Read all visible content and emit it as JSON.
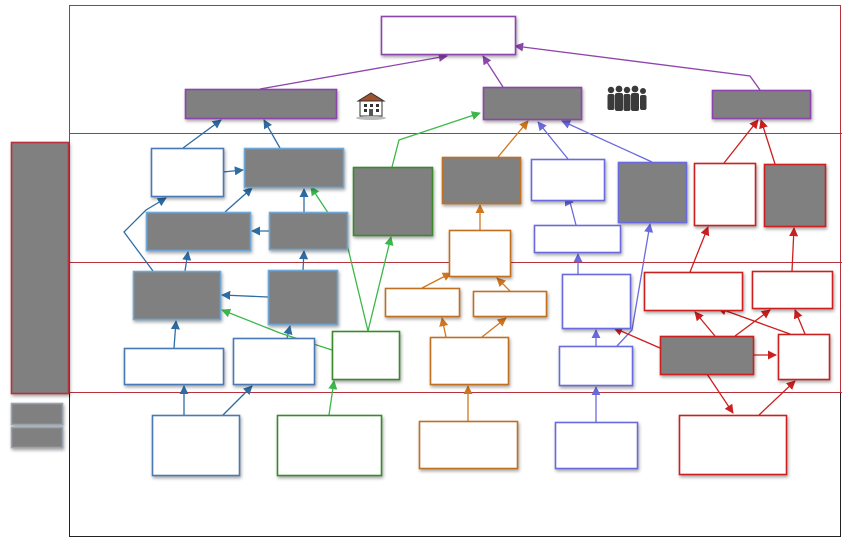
{
  "colors": {
    "frame_red": "#b5323e",
    "frame_black": "#222222",
    "purple": "#8e44ad",
    "blue": "#2e6da4",
    "blue_box": "#4a7ab5",
    "green": "#3cb84a",
    "green_box": "#3a8a2a",
    "orange": "#d0761f",
    "orange_box": "#c07020",
    "lavender": "#6a6ae0",
    "red": "#cc1f1f",
    "gray_fill": "#808080"
  },
  "icons": [
    "building-icon",
    "people-group-icon"
  ],
  "nodes": [
    {
      "id": "top-goal",
      "group": "purple",
      "filled": false
    },
    {
      "id": "purple-left",
      "group": "purple",
      "filled": true
    },
    {
      "id": "purple-mid",
      "group": "purple",
      "filled": true
    },
    {
      "id": "purple-right",
      "group": "purple",
      "filled": true
    },
    {
      "id": "side-panel",
      "group": "red",
      "filled": true
    },
    {
      "id": "legend-item-1",
      "group": "gray",
      "filled": true
    },
    {
      "id": "legend-item-2",
      "group": "gray",
      "filled": true
    },
    {
      "id": "b1",
      "group": "blue",
      "filled": false
    },
    {
      "id": "b2",
      "group": "blue",
      "filled": true
    },
    {
      "id": "b3",
      "group": "blue",
      "filled": true
    },
    {
      "id": "b4",
      "group": "blue",
      "filled": true
    },
    {
      "id": "b5",
      "group": "blue",
      "filled": true
    },
    {
      "id": "b6",
      "group": "blue",
      "filled": true
    },
    {
      "id": "b7",
      "group": "blue",
      "filled": false
    },
    {
      "id": "b8",
      "group": "blue",
      "filled": false
    },
    {
      "id": "b9",
      "group": "blue",
      "filled": false
    },
    {
      "id": "g1",
      "group": "green",
      "filled": true
    },
    {
      "id": "g2",
      "group": "green",
      "filled": false
    },
    {
      "id": "g3",
      "group": "green",
      "filled": false
    },
    {
      "id": "o1",
      "group": "orange",
      "filled": true
    },
    {
      "id": "o2",
      "group": "orange",
      "filled": false
    },
    {
      "id": "o3",
      "group": "orange",
      "filled": false
    },
    {
      "id": "o4",
      "group": "orange",
      "filled": false
    },
    {
      "id": "o5",
      "group": "orange",
      "filled": false
    },
    {
      "id": "o6",
      "group": "orange",
      "filled": false
    },
    {
      "id": "l1",
      "group": "lavender",
      "filled": false
    },
    {
      "id": "l2",
      "group": "lavender",
      "filled": true
    },
    {
      "id": "l3",
      "group": "lavender",
      "filled": false
    },
    {
      "id": "l4",
      "group": "lavender",
      "filled": false
    },
    {
      "id": "l5",
      "group": "lavender",
      "filled": false
    },
    {
      "id": "l6",
      "group": "lavender",
      "filled": false
    },
    {
      "id": "r1",
      "group": "red",
      "filled": false
    },
    {
      "id": "r2",
      "group": "red",
      "filled": true
    },
    {
      "id": "r3",
      "group": "red",
      "filled": false
    },
    {
      "id": "r4",
      "group": "red",
      "filled": false
    },
    {
      "id": "r5",
      "group": "red",
      "filled": true
    },
    {
      "id": "r6",
      "group": "red",
      "filled": false
    },
    {
      "id": "r7",
      "group": "red",
      "filled": false
    }
  ],
  "edges": [
    {
      "from": "purple-mid",
      "to": "top-goal",
      "color": "purple"
    },
    {
      "from": "purple-left",
      "to": "top-goal",
      "color": "purple"
    },
    {
      "from": "purple-right",
      "to": "top-goal",
      "color": "purple"
    },
    {
      "from": "b1",
      "to": "purple-left",
      "color": "blue"
    },
    {
      "from": "b2",
      "to": "purple-left",
      "color": "blue"
    },
    {
      "from": "b1",
      "to": "b2",
      "color": "blue"
    },
    {
      "from": "b3",
      "to": "b2",
      "color": "blue"
    },
    {
      "from": "b4",
      "to": "b2",
      "color": "blue"
    },
    {
      "from": "b4",
      "to": "b3",
      "color": "blue"
    },
    {
      "from": "b5",
      "to": "b1",
      "color": "blue"
    },
    {
      "from": "b5",
      "to": "b3",
      "color": "blue"
    },
    {
      "from": "b6",
      "to": "b4",
      "color": "blue"
    },
    {
      "from": "b6",
      "to": "b5",
      "color": "blue"
    },
    {
      "from": "b7",
      "to": "b5",
      "color": "blue"
    },
    {
      "from": "b8",
      "to": "b6",
      "color": "blue"
    },
    {
      "from": "b9",
      "to": "b7",
      "color": "blue"
    },
    {
      "from": "b9",
      "to": "b8",
      "color": "blue"
    },
    {
      "from": "g1",
      "to": "purple-mid",
      "color": "green"
    },
    {
      "from": "g2",
      "to": "g1",
      "color": "green"
    },
    {
      "from": "g2",
      "to": "b2",
      "color": "green"
    },
    {
      "from": "g2",
      "to": "b5",
      "color": "green"
    },
    {
      "from": "g3",
      "to": "g2",
      "color": "green"
    },
    {
      "from": "o1",
      "to": "purple-mid",
      "color": "orange"
    },
    {
      "from": "o2",
      "to": "o1",
      "color": "orange"
    },
    {
      "from": "o3",
      "to": "o2",
      "color": "orange"
    },
    {
      "from": "o4",
      "to": "o2",
      "color": "orange"
    },
    {
      "from": "o5",
      "to": "o3",
      "color": "orange"
    },
    {
      "from": "o5",
      "to": "o4",
      "color": "orange"
    },
    {
      "from": "o6",
      "to": "o5",
      "color": "orange"
    },
    {
      "from": "l1",
      "to": "purple-mid",
      "color": "lavender"
    },
    {
      "from": "l2",
      "to": "purple-mid",
      "color": "lavender"
    },
    {
      "from": "l3",
      "to": "l1",
      "color": "lavender"
    },
    {
      "from": "l4",
      "to": "l3",
      "color": "lavender"
    },
    {
      "from": "l5",
      "to": "l4",
      "color": "lavender"
    },
    {
      "from": "l5",
      "to": "l2",
      "color": "lavender"
    },
    {
      "from": "l6",
      "to": "l5",
      "color": "lavender"
    },
    {
      "from": "r5",
      "to": "l4",
      "color": "red"
    },
    {
      "from": "r1",
      "to": "purple-right",
      "color": "red"
    },
    {
      "from": "r2",
      "to": "purple-right",
      "color": "red"
    },
    {
      "from": "r3",
      "to": "r1",
      "color": "red"
    },
    {
      "from": "r4",
      "to": "r2",
      "color": "red"
    },
    {
      "from": "r5",
      "to": "r3",
      "color": "red"
    },
    {
      "from": "r5",
      "to": "r4",
      "color": "red"
    },
    {
      "from": "r5",
      "to": "r6",
      "color": "red"
    },
    {
      "from": "r6",
      "to": "r3",
      "color": "red"
    },
    {
      "from": "r6",
      "to": "r4",
      "color": "red"
    },
    {
      "from": "r5",
      "to": "r7",
      "color": "red"
    },
    {
      "from": "r7",
      "to": "r6",
      "color": "red"
    }
  ]
}
